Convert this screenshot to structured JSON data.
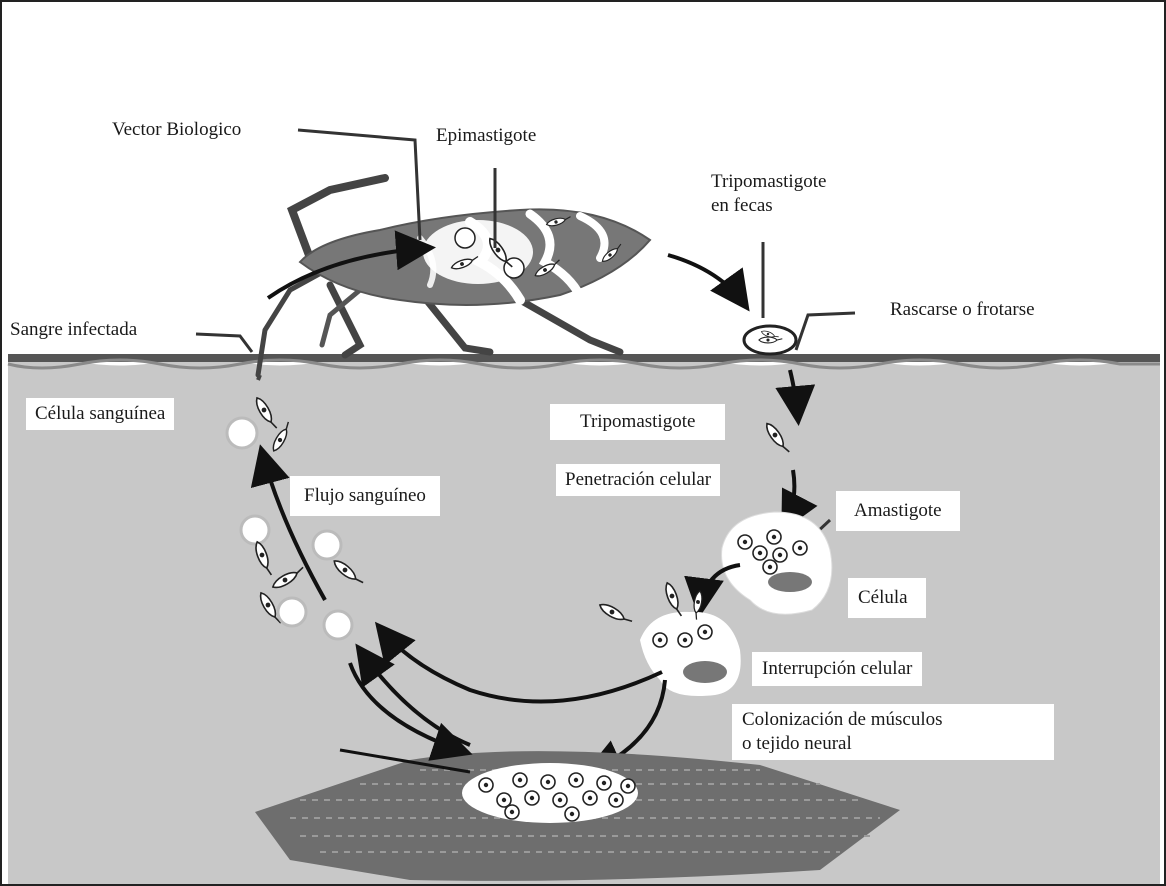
{
  "labels": {
    "vector": "Vector Biologico",
    "epimastigote": "Epimastigote",
    "tripo_fecas_1": "Tripomastigote",
    "tripo_fecas_2": "en fecas",
    "rascarse": "Rascarse o frotarse",
    "sangre_infectada": "Sangre infectada",
    "celula_sanguinea": "Célula sanguínea",
    "flujo_sanguineo": "Flujo sanguíneo",
    "tripomastigote": "Tripomastigote",
    "penetracion": "Penetración celular",
    "amastigote": "Amastigote",
    "celula": "Célula",
    "interrupcion": "Interrupción celular",
    "colonizacion_1": "Colonización de músculos",
    "colonizacion_2": "o tejido neural"
  },
  "colors": {
    "background": "#ffffff",
    "tissue": "#c8c8c8",
    "skin_line": "#555555",
    "bug_body": "#777777",
    "muscle": "#6e6e6e",
    "arrow": "#111111"
  }
}
